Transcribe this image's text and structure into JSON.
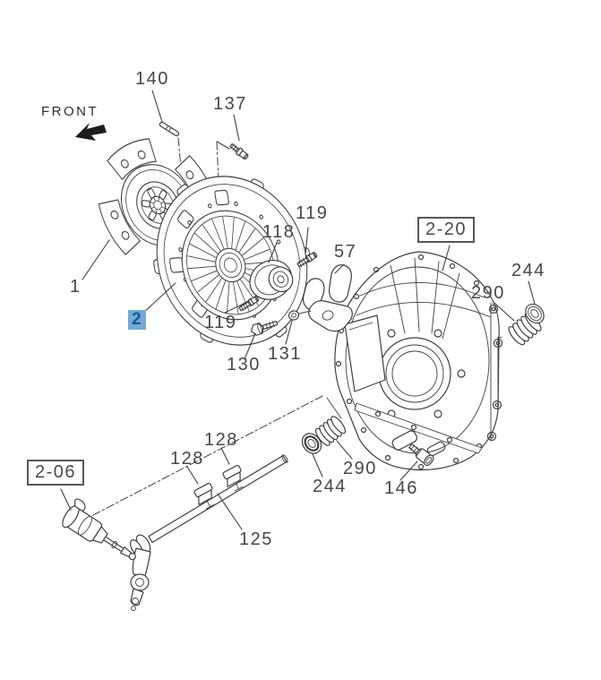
{
  "diagram": {
    "kind": "clutch-exploded-parts-diagram",
    "front_indicator": "FRONT",
    "selected_callout": "2"
  },
  "labels": {
    "n1": {
      "text": "1"
    },
    "n2": {
      "text": "2"
    },
    "n57": {
      "text": "57"
    },
    "n118": {
      "text": "118"
    },
    "n119": {
      "text": "119"
    },
    "n125": {
      "text": "125"
    },
    "n128": {
      "text": "128"
    },
    "n130": {
      "text": "130"
    },
    "n131": {
      "text": "131"
    },
    "n137": {
      "text": "137"
    },
    "n140": {
      "text": "140"
    },
    "n146": {
      "text": "146"
    },
    "n244": {
      "text": "244"
    },
    "n290": {
      "text": "290"
    },
    "ref220": {
      "text": "2-20"
    },
    "ref206": {
      "text": "2-06"
    }
  },
  "colors": {
    "hl-bg": "#74a9d8",
    "hl-fg": "#175a93",
    "line": "#3f3f3f",
    "label": "#474747"
  }
}
